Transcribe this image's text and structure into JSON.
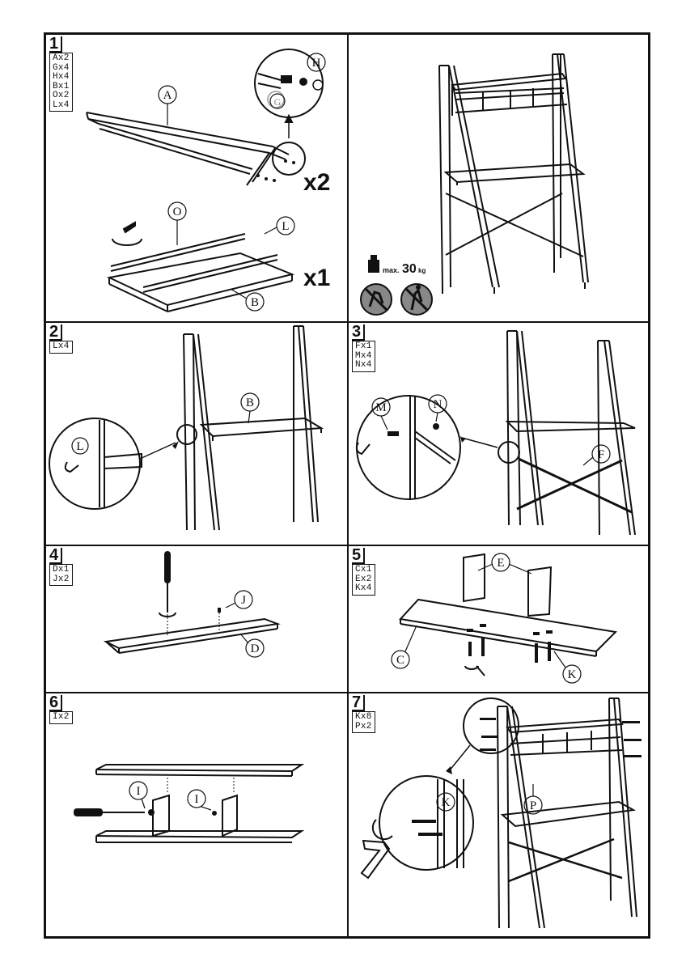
{
  "steps": [
    {
      "number": "1",
      "parts": [
        "Ax2",
        "Gx4",
        "Hx4",
        "Bx1",
        "Ox2",
        "Lx4"
      ],
      "labels": {
        "A": "A",
        "O": "O",
        "L": "L",
        "B": "B",
        "H": "H",
        "G": "G"
      },
      "multipliers": [
        "x2",
        "x1"
      ]
    },
    {
      "number": "2",
      "parts": [
        "Lx4"
      ],
      "labels": {
        "B": "B",
        "L": "L"
      }
    },
    {
      "number": "3",
      "parts": [
        "Fx1",
        "Mx4",
        "Nx4"
      ],
      "labels": {
        "M": "M",
        "N": "N",
        "F": "F"
      }
    },
    {
      "number": "4",
      "parts": [
        "Dx1",
        "Jx2"
      ],
      "labels": {
        "J": "J",
        "D": "D"
      }
    },
    {
      "number": "5",
      "parts": [
        "Cx1",
        "Ex2",
        "Kx4"
      ],
      "labels": {
        "E": "E",
        "C": "C",
        "K": "K"
      }
    },
    {
      "number": "6",
      "parts": [
        "Ix2"
      ],
      "labels": {
        "I1": "I",
        "I2": "I"
      }
    },
    {
      "number": "7",
      "parts": [
        "Kx8",
        "Px2"
      ],
      "labels": {
        "K": "K",
        "P": "P"
      }
    }
  ],
  "overview": {
    "max_load_prefix": "max.",
    "max_load_value": "30",
    "max_load_unit": "kg",
    "icons": [
      "no-climbing-icon",
      "no-standing-icon"
    ]
  }
}
